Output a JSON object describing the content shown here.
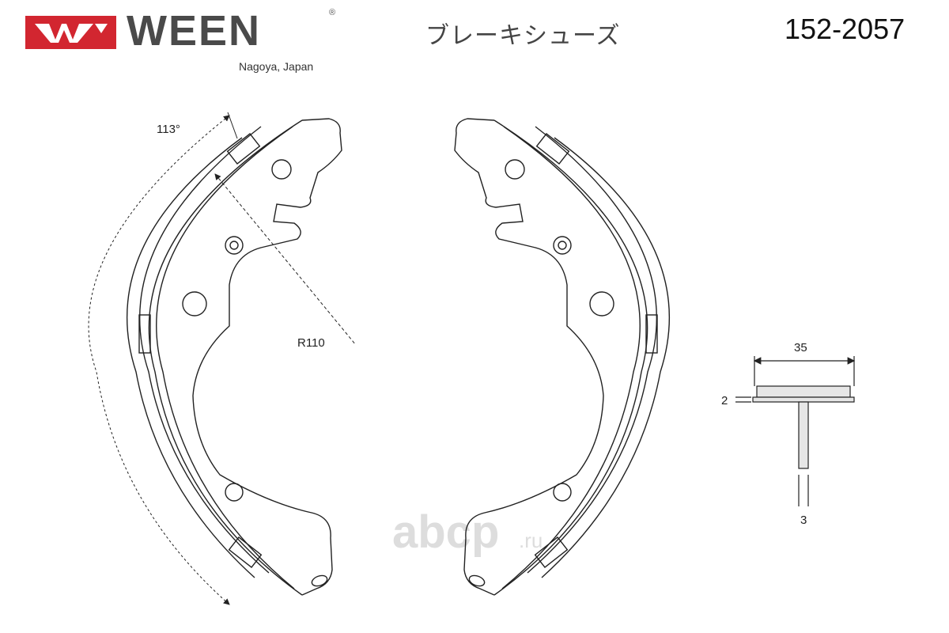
{
  "header": {
    "brand": "WEEN",
    "registered_mark": "®",
    "tagline": "Nagoya, Japan",
    "product_name": "ブレーキシューズ",
    "part_number": "152-2057",
    "brand_color": "#d22630"
  },
  "drawing": {
    "angle_label": "113°",
    "radius_label": "R110",
    "width_label": "35",
    "lining_thickness_label": "2",
    "web_thickness_label": "3"
  },
  "watermark": {
    "main": "abcp",
    "suffix": ".ru"
  }
}
